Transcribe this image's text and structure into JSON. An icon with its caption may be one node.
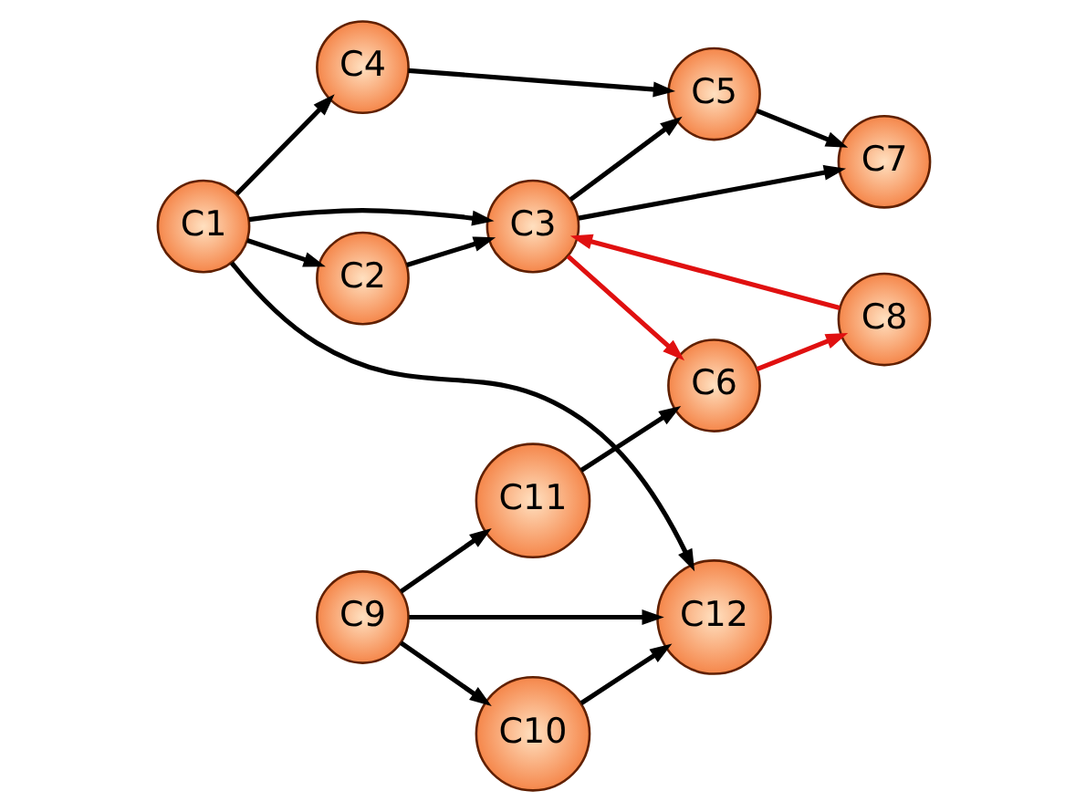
{
  "diagram": {
    "nodes": [
      {
        "text": [
          "C1"
        ]
      },
      {
        "text": [
          "C2"
        ]
      },
      {
        "text": [
          "C3"
        ]
      },
      {
        "text": [
          "C4"
        ]
      },
      {
        "text": [
          "C5"
        ]
      },
      {
        "text": [
          "C6"
        ]
      },
      {
        "text": [
          "C7"
        ]
      },
      {
        "text": [
          "C8"
        ]
      },
      {
        "text": [
          "C9"
        ]
      },
      {
        "text": [
          "C10"
        ]
      },
      {
        "text": [
          "C11"
        ]
      },
      {
        "text": [
          "C12"
        ]
      }
    ],
    "edges": [
      {
        "from": 0,
        "to": 3,
        "arrow": "to"
      },
      {
        "from": 0,
        "to": 1,
        "arrow": "to"
      },
      {
        "from": 0,
        "to": 2,
        "arrow": "to"
      },
      {
        "from": 0,
        "to": 11,
        "arrow": "to"
      },
      {
        "from": 3,
        "to": 4,
        "arrow": "to"
      },
      {
        "from": 1,
        "to": 2,
        "arrow": "to"
      },
      {
        "from": 2,
        "to": 4,
        "arrow": "to"
      },
      {
        "from": 2,
        "to": 6,
        "arrow": "to"
      },
      {
        "from": 4,
        "to": 6,
        "arrow": "to"
      },
      {
        "from": 2,
        "to": 5,
        "arrow": "to",
        "color": "#e01010"
      },
      {
        "from": 5,
        "to": 7,
        "arrow": "to",
        "color": "#e01010"
      },
      {
        "from": 7,
        "to": 2,
        "arrow": "to",
        "color": "#e01010"
      },
      {
        "from": 8,
        "to": 11,
        "arrow": "to"
      },
      {
        "from": 8,
        "to": 9,
        "arrow": "to"
      },
      {
        "from": 8,
        "to": 10,
        "arrow": "to"
      },
      {
        "from": 9,
        "to": 11,
        "arrow": "to"
      },
      {
        "from": 10,
        "to": 5,
        "arrow": "to"
      }
    ]
  }
}
